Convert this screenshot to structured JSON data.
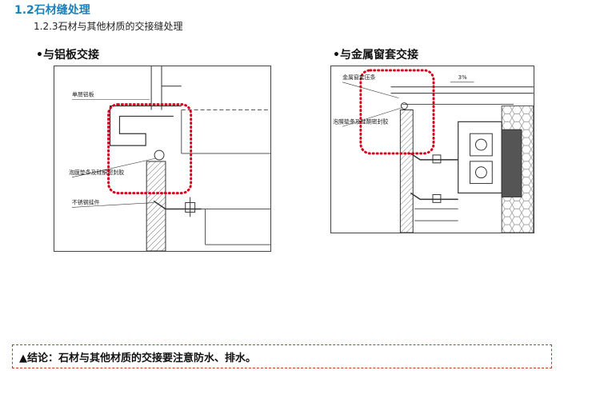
{
  "heading": "1.2石材缝处理",
  "subheading": "1.2.3石材与其他材质的交接缝处理",
  "left": {
    "title": "•与铝板交接",
    "labels": [
      "单层铝板",
      "泡膜垫条及硅酮密封胶",
      "不锈钢挂件"
    ]
  },
  "right": {
    "title": "•与金属窗套交接",
    "labels": [
      "金属窗套压条",
      "泡膜垫条及硅酮密封胶",
      "3%"
    ]
  },
  "conclusion": "▲结论：石材与其他材质的交接要注意防水、排水。",
  "colors": {
    "heading": "#1f7fb7",
    "highlight": "#d9001b",
    "dashed_border": "#c0392b"
  }
}
